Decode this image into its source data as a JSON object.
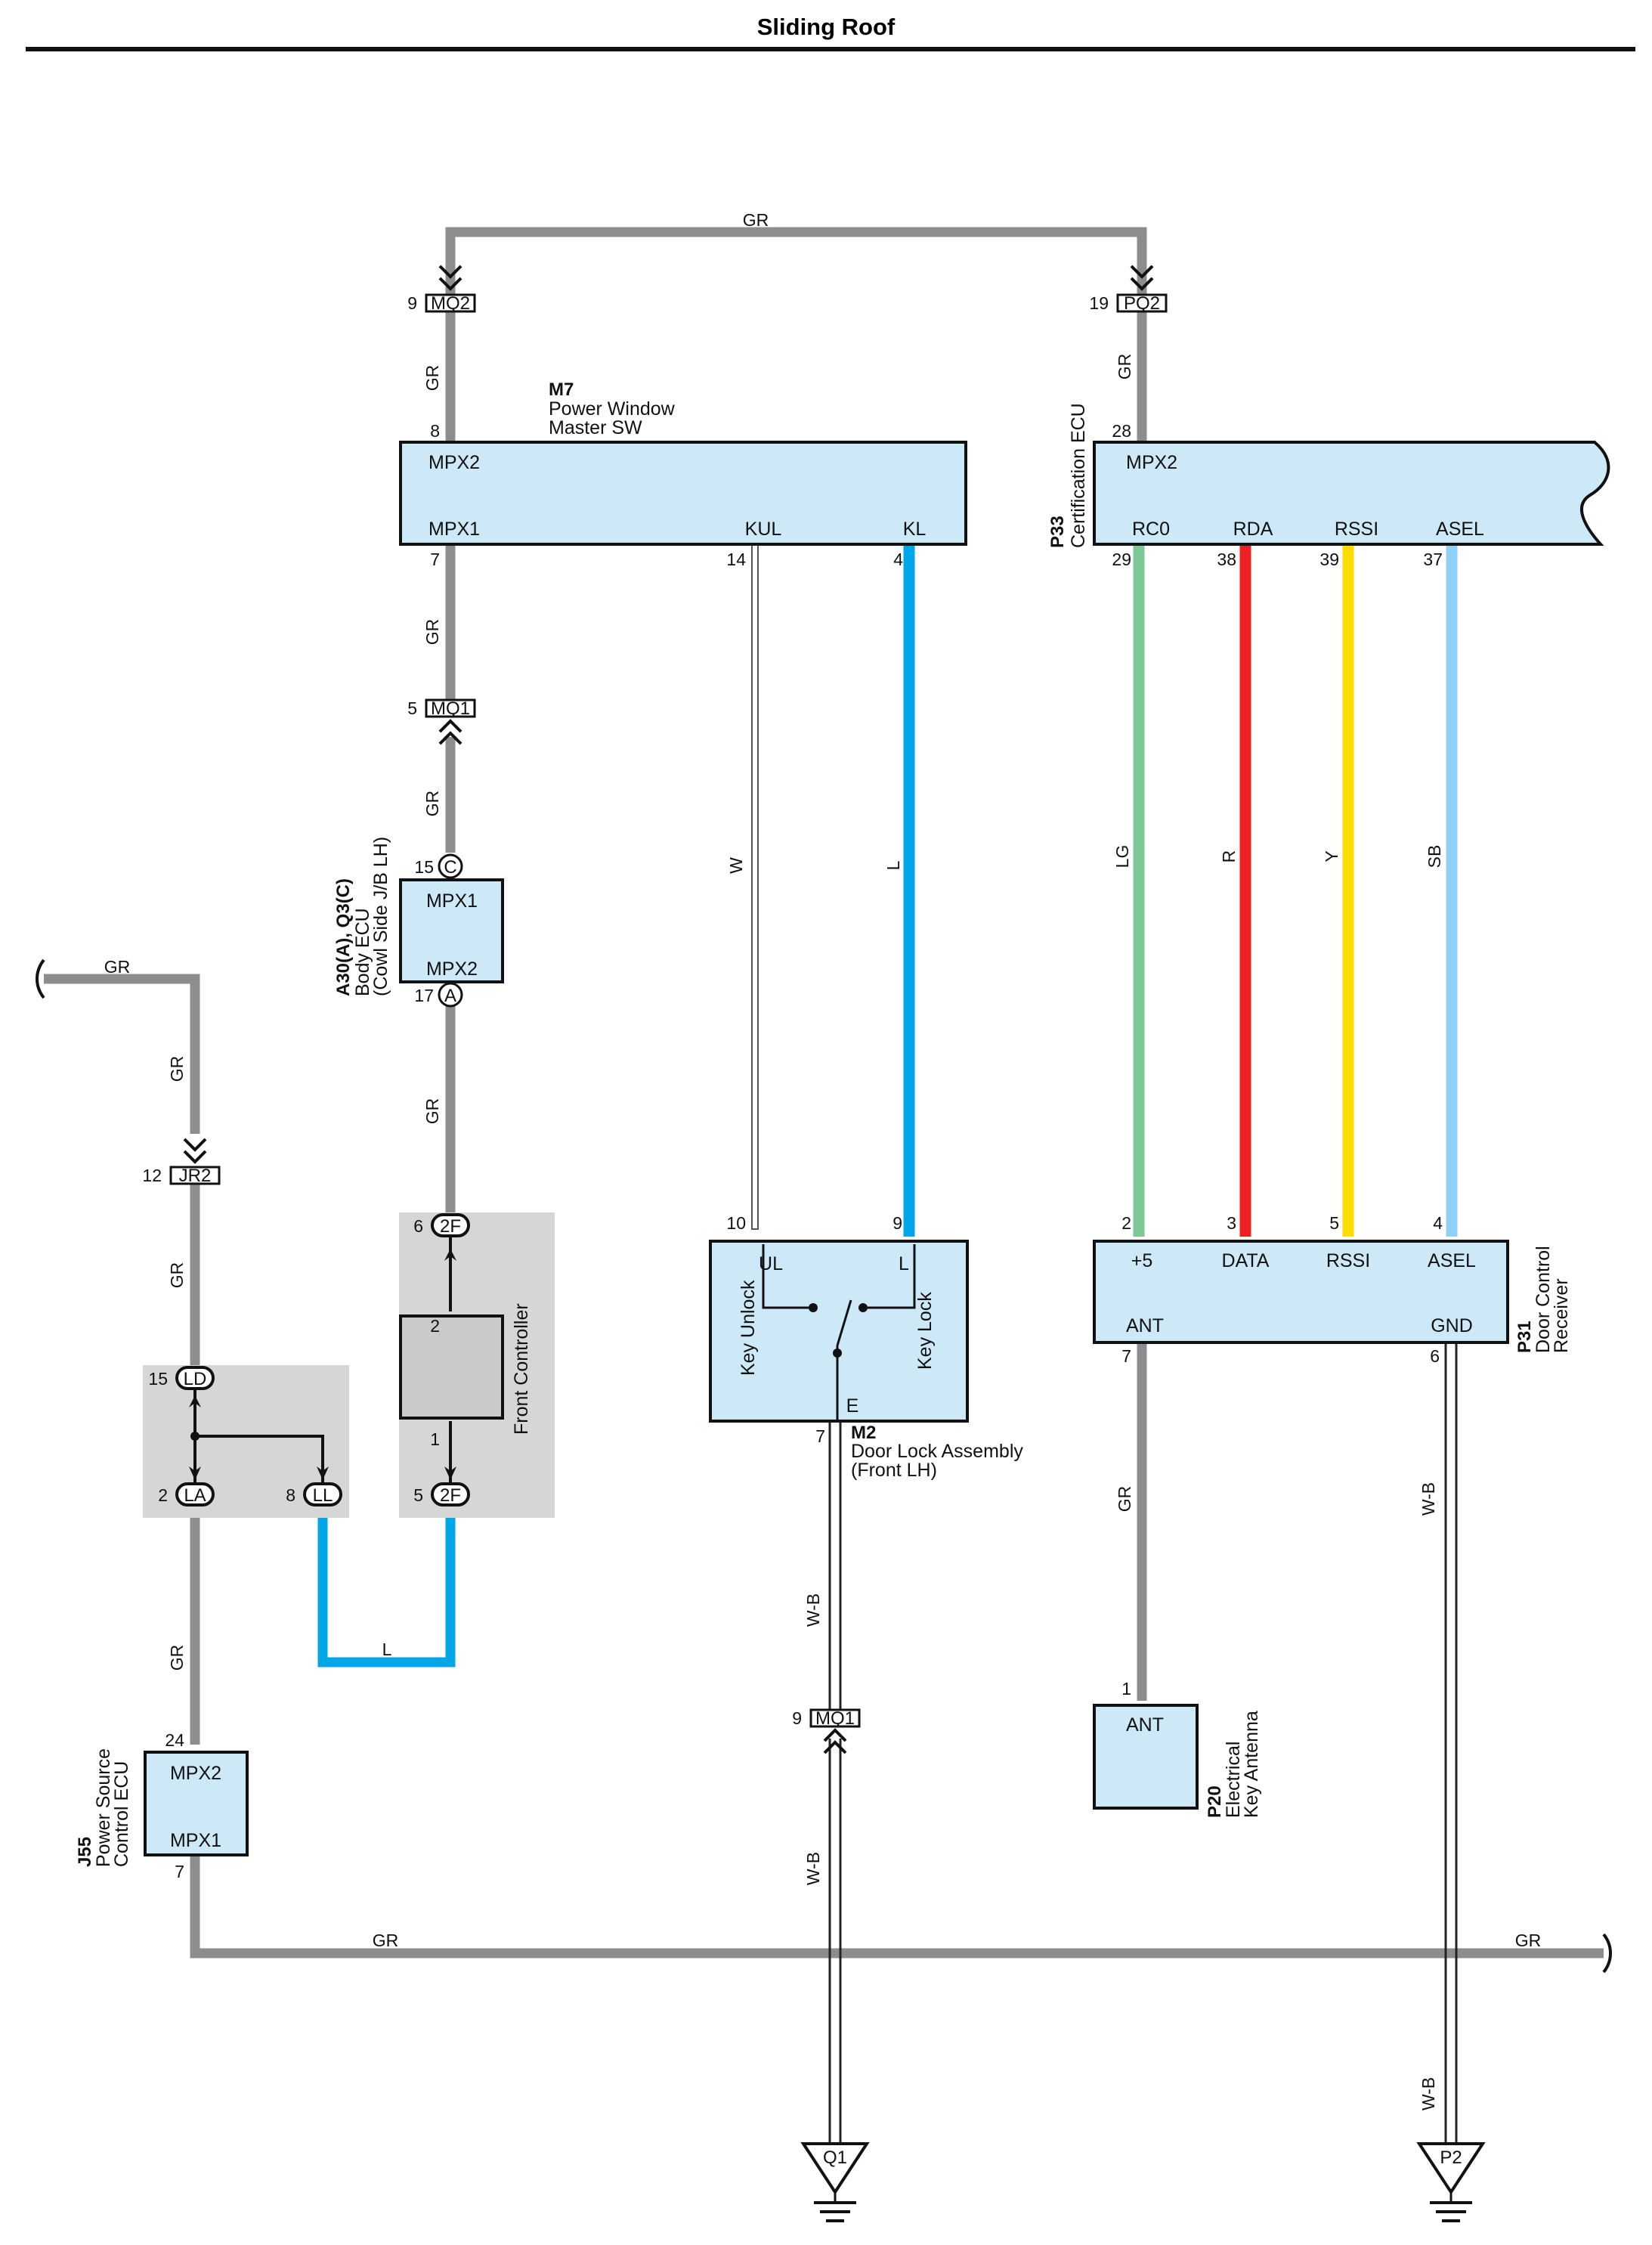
{
  "title": "Sliding Roof",
  "colors": {
    "GR": "#8c8d8f",
    "L": "#00a7e8",
    "LG": "#7dc894",
    "R": "#ed2024",
    "Y": "#ffdc00",
    "SB": "#8fd1f5",
    "W": "#ffffff",
    "component_fill": "#cde9f8",
    "junction_fill": "#d5d6d8",
    "controller_fill": "#c9cacc"
  },
  "wires": {
    "top_gr": "GR",
    "mq2_m7": "GR",
    "pq2_p33": "GR",
    "m7_mq1": "GR",
    "mq1_body": "GR",
    "body_2f": "GR",
    "left_top": "GR",
    "left_jr2": "GR",
    "jr2_ld": "GR",
    "la_j55": "GR",
    "loop_l": "L",
    "kul_w": "W",
    "kl_l": "L",
    "rc0_lg": "LG",
    "rda_r": "R",
    "rssi_y": "Y",
    "asel_sb": "SB",
    "ant_gr": "GR",
    "gnd_wb": "W-B",
    "m2_wb1": "W-B",
    "m2_wb2": "W-B",
    "bottom_gr_left": "GR",
    "bottom_gr_right": "GR",
    "p2_wb": "W-B"
  },
  "connectors": {
    "mq2": {
      "name": "MQ2",
      "pin": "9"
    },
    "pq2": {
      "name": "PQ2",
      "pin": "19"
    },
    "mq1_top": {
      "name": "MQ1",
      "pin": "5"
    },
    "mq1_bottom": {
      "name": "MQ1",
      "pin": "9"
    },
    "jr2": {
      "name": "JR2",
      "pin": "12"
    },
    "body_c": {
      "name": "C",
      "pin": "15"
    },
    "body_a": {
      "name": "A",
      "pin": "17"
    },
    "ld": {
      "name": "LD",
      "pin": "15"
    },
    "la": {
      "name": "LA",
      "pin": "2"
    },
    "ll": {
      "name": "LL",
      "pin": "8"
    },
    "f2_top": {
      "name": "2F",
      "pin": "6"
    },
    "f2_bottom": {
      "name": "2F",
      "pin": "5"
    }
  },
  "m7": {
    "code": "M7",
    "name_line1": "Power Window",
    "name_line2": "Master SW",
    "mpx2": "MPX2",
    "mpx1": "MPX1",
    "kul": "KUL",
    "kl": "KL",
    "pin_mpx2": "8",
    "pin_mpx1": "7",
    "pin_kul": "14",
    "pin_kl": "4"
  },
  "p33": {
    "code": "P33",
    "name": "Certification ECU",
    "mpx2": "MPX2",
    "rc0": "RC0",
    "rda": "RDA",
    "rssi": "RSSI",
    "asel": "ASEL",
    "pin_mpx2": "28",
    "pin_rc0": "29",
    "pin_rda": "38",
    "pin_rssi": "39",
    "pin_asel": "37"
  },
  "body_ecu": {
    "code": "A30(A), Q3(C)",
    "name_line1": "Body ECU",
    "name_line2": "(Cowl Side J/B LH)",
    "mpx1": "MPX1",
    "mpx2": "MPX2"
  },
  "front_controller": {
    "name": "Front Controller",
    "pin_top": "2",
    "pin_bottom": "1"
  },
  "m2": {
    "code": "M2",
    "name_line1": "Door Lock Assembly",
    "name_line2": "(Front LH)",
    "ul": "UL",
    "l": "L",
    "e": "E",
    "key_unlock": "Key Unlock",
    "key_lock": "Key Lock",
    "pin_ul": "10",
    "pin_l": "9",
    "pin_e": "7"
  },
  "p31": {
    "code": "P31",
    "name_line1": "Door Control",
    "name_line2": "Receiver",
    "p5": "+5",
    "data": "DATA",
    "rssi": "RSSI",
    "asel": "ASEL",
    "ant": "ANT",
    "gnd": "GND",
    "pin_p5": "2",
    "pin_data": "3",
    "pin_rssi": "5",
    "pin_asel": "4",
    "pin_ant": "7",
    "pin_gnd": "6"
  },
  "p20": {
    "code": "P20",
    "name_line1": "Electrical",
    "name_line2": "Key Antenna",
    "ant": "ANT",
    "pin_ant": "1"
  },
  "j55": {
    "code": "J55",
    "name_line1": "Power Source",
    "name_line2": "Control ECU",
    "mpx2": "MPX2",
    "mpx1": "MPX1",
    "pin_mpx2": "24",
    "pin_mpx1": "7"
  },
  "grounds": {
    "q1": "Q1",
    "p2": "P2"
  }
}
